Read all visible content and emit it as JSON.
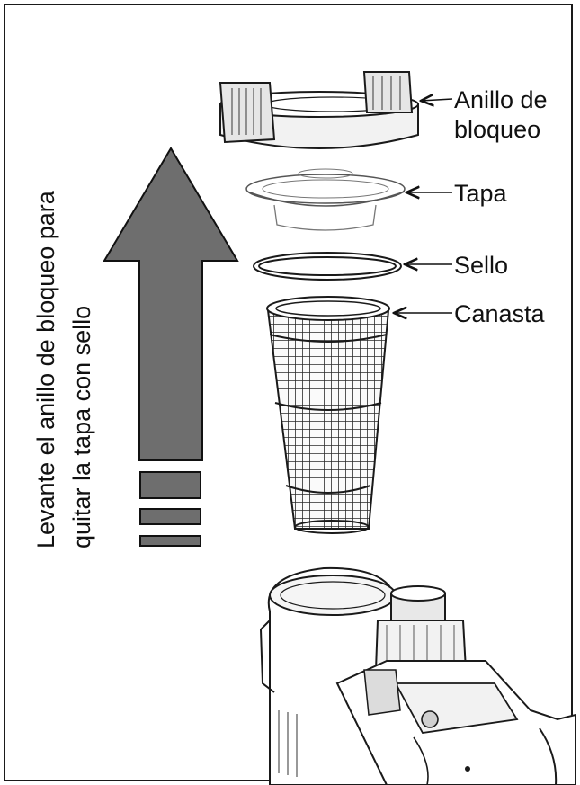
{
  "instruction": {
    "line1": "Levante el anillo de bloqueo para",
    "line2": "quitar la tapa con sello"
  },
  "parts": [
    {
      "id": "locking-ring",
      "line1": "Anillo de",
      "line2": "bloqueo"
    },
    {
      "id": "lid",
      "line1": "Tapa"
    },
    {
      "id": "seal",
      "line1": "Sello"
    },
    {
      "id": "basket",
      "line1": "Canasta"
    }
  ],
  "colors": {
    "arrow": "#6e6e6e",
    "outline": "#1a1a1a",
    "part_fill": "#f2f2f2"
  }
}
